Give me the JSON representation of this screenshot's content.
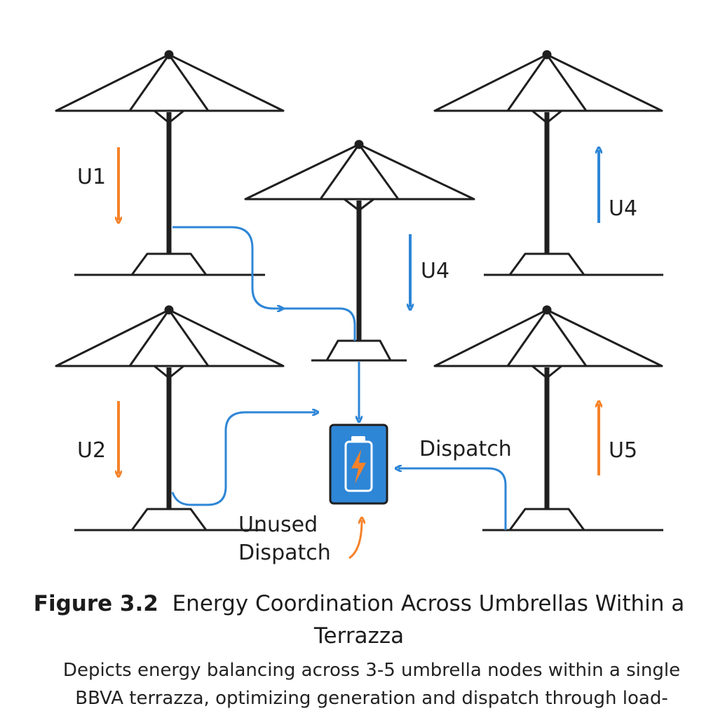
{
  "umbrellas": [
    {
      "id": "U1",
      "label": "U1",
      "flow": "down",
      "color": "#f5822a"
    },
    {
      "id": "U2",
      "label": "U2",
      "flow": "down",
      "color": "#f5822a"
    },
    {
      "id": "U3",
      "label": "U4",
      "flow": "down",
      "color": "#2e86d6"
    },
    {
      "id": "U4",
      "label": "U4",
      "flow": "up",
      "color": "#2e86d6"
    },
    {
      "id": "U5",
      "label": "U5",
      "flow": "up",
      "color": "#f5822a"
    }
  ],
  "labels": {
    "dispatch": "Dispatch",
    "unused_line1": "Unused",
    "unused_line2": "Dispatch"
  },
  "battery": {
    "icon": "battery-charging-icon",
    "color": "#2e86d6",
    "bolt_color": "#f5822a"
  },
  "colors": {
    "line": "#1f1f1f",
    "blue": "#2e86d6",
    "orange": "#f5822a"
  },
  "caption": {
    "number": "Figure 3.2",
    "title": "Energy Coordination Across Umbrellas Within a Terrazza",
    "body": "Depicts energy balancing across 3-5 umbrella nodes within a single BBVA terrazza, optimizing generation and dispatch through load-"
  }
}
